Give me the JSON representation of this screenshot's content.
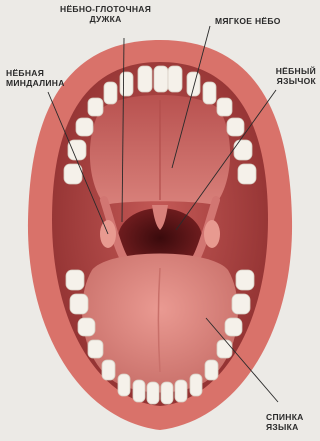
{
  "labels": {
    "pharyngeal_arch": [
      "НЁБНО-ГЛОТОЧНАЯ",
      "ДУЖКА"
    ],
    "soft_palate": [
      "МЯГКОЕ НЁБО"
    ],
    "tonsil": [
      "НЁБНАЯ",
      "МИНДАЛИНА"
    ],
    "uvula": [
      "НЁБНЫЙ",
      "ЯЗЫЧОК"
    ],
    "tongue_back": [
      "СПИНКА",
      "ЯЗЫКА"
    ]
  },
  "colors": {
    "background": "#eceae6",
    "lip": "#d9726a",
    "oral_cavity": "#b64a47",
    "palate": "#cf6b66",
    "throat": "#5a1416",
    "tongue": "#e08a83",
    "teeth": "#f5f1ea",
    "leader_line": "#2a2a2a"
  }
}
